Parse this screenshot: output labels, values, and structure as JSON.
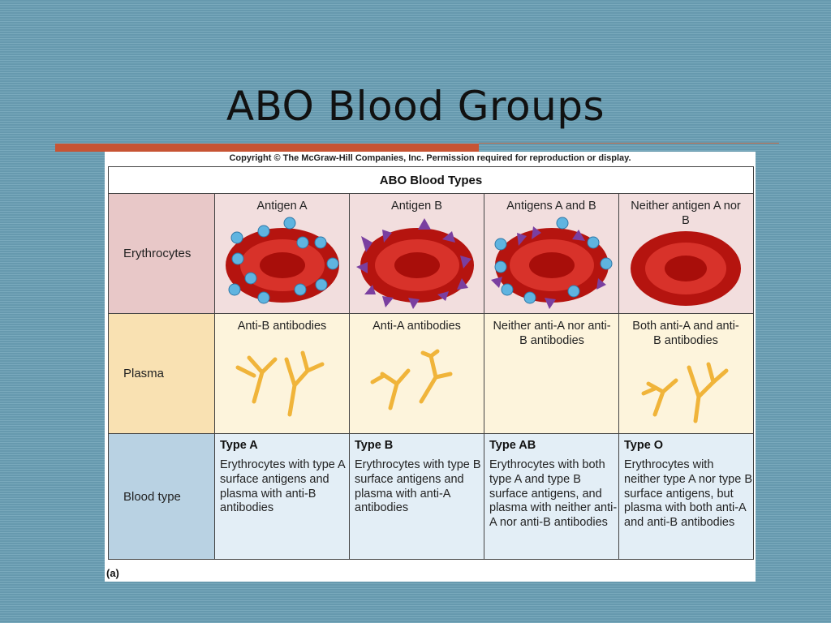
{
  "slide": {
    "title": "ABO Blood Groups"
  },
  "figure": {
    "copyright": "Copyright © The McGraw-Hill Companies, Inc. Permission required for reproduction or display.",
    "table_title": "ABO Blood Types",
    "label": "(a)",
    "row_headers": {
      "erythrocytes": "Erythrocytes",
      "plasma": "Plasma",
      "blood_type": "Blood type"
    },
    "columns": [
      {
        "antigen": "Antigen A",
        "antibody": "Anti-B antibodies",
        "type": "Type A",
        "desc": "Erythrocytes with type A surface antigens and plasma with anti-B antibodies"
      },
      {
        "antigen": "Antigen B",
        "antibody": "Anti-A antibodies",
        "type": "Type B",
        "desc": "Erythrocytes with type B surface antigens and plasma with anti-A antibodies"
      },
      {
        "antigen": "Antigens A and B",
        "antibody": "Neither anti-A nor anti-B antibodies",
        "type": "Type AB",
        "desc": "Erythrocytes with both type A and type B surface antigens, and plasma with neither anti-A nor anti-B antibodies"
      },
      {
        "antigen": "Neither antigen A nor B",
        "antibody": "Both anti-A and anti-B antibodies",
        "type": "Type O",
        "desc": "Erythrocytes with neither type A nor type B surface antigens, but plasma with both anti-A and anti-B antibodies"
      }
    ]
  },
  "colors": {
    "title_rule": "#c75434",
    "background": "#6a9fb5",
    "erythrocyte": "#c8201a"
  }
}
